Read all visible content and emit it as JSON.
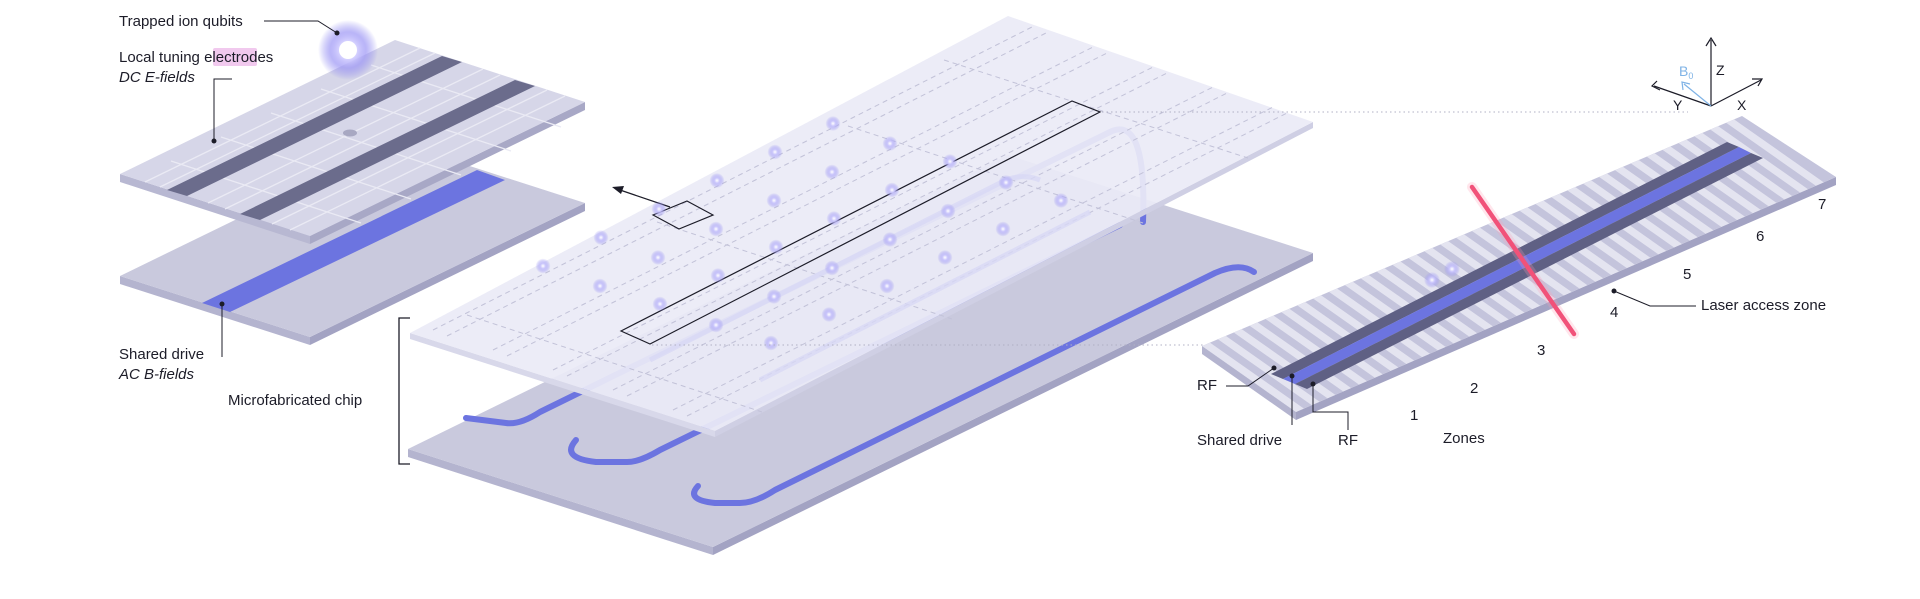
{
  "labels": {
    "trapped_ion_qubits": "Trapped ion qubits",
    "local_tuning_prefix": "Local tuning ",
    "local_tuning_highlight": "electr",
    "local_tuning_suffix": "odes",
    "dc_e_fields": "DC E-fields",
    "shared_drive": "Shared drive",
    "ac_b_fields": "AC B-fields",
    "microfabricated_chip": "Microfabricated chip",
    "rf_left": "RF",
    "rf_right": "RF",
    "shared_drive_right": "Shared drive",
    "zones_title": "Zones",
    "laser_access_zone": "Laser access zone"
  },
  "axes": {
    "z": "Z",
    "y": "Y",
    "x": "X",
    "b_symbol": "B",
    "b_subscript": "0"
  },
  "zones": [
    "1",
    "2",
    "3",
    "4",
    "5",
    "6",
    "7"
  ],
  "colors": {
    "plate": "#c9c9dd",
    "plate_edge": "#a9a9c6",
    "chip_top": "#ebebf6",
    "electrode_dark": "#6b6c8c",
    "drive_blue": "#6c74e0",
    "ion_glow": "#a8a4f4",
    "laser_red": "#ec3a66",
    "highlight": "#f1c9ee",
    "b_axis": "#7fb3e6",
    "text": "#1c1c28"
  }
}
